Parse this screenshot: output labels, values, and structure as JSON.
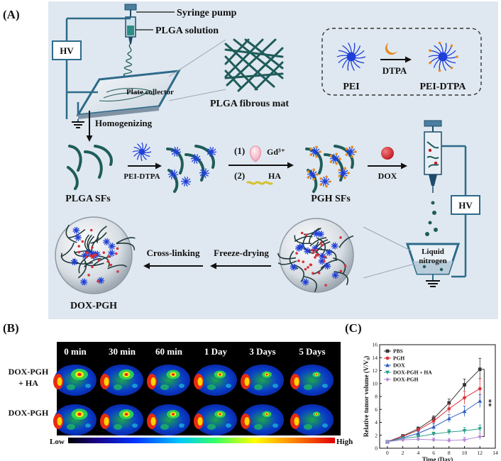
{
  "panelA": {
    "label": "(A)",
    "syringe_pump": "Syringe pump",
    "plga_solution": "PLGA solution",
    "hv": "HV",
    "plate_collector": "Plate collector",
    "plga_fibrous_mat": "PLGA fibrous mat",
    "pei": "PEI",
    "dtpa": "DTPA",
    "pei_dtpa": "PEI-DTPA",
    "homogenizing": "Homogenizing",
    "plga_sfs": "PLGA SFs",
    "pei_dtpa_arrow": "PEI-DTPA",
    "step1": "(1)",
    "step2": "(2)",
    "gd": "Gd³⁺",
    "ha": "HA",
    "pgh_sfs": "PGH SFs",
    "dox": "DOX",
    "hv2": "HV",
    "liquid": "Liquid",
    "nitrogen": "nitrogen",
    "freeze_drying": "Freeze-drying",
    "cross_linking": "Cross-linking",
    "dox_pgh": "DOX-PGH"
  },
  "panelB": {
    "label": "(B)",
    "timepoints": [
      "0 min",
      "30 min",
      "60 min",
      "1 Day",
      "3 Days",
      "5 Days"
    ],
    "rows": [
      "DOX-PGH\n+ HA",
      "DOX-PGH"
    ],
    "row1_line1": "DOX-PGH",
    "row1_line2": "+ HA",
    "row2": "DOX-PGH",
    "scale_low": "Low",
    "scale_high": "High"
  },
  "panelC": {
    "label": "(C)",
    "significance": "**"
  },
  "colors": {
    "panel_bg": "#dfe8f0",
    "fiber": "#1f5c5a",
    "pei_blue": "#1f3fd8",
    "dox_red": "#d8323a",
    "line": "#2d6a8a"
  },
  "chart_data": {
    "type": "line",
    "title": "",
    "xlabel": "Time (Day)",
    "ylabel": "Relative tumor volume (V/V₀)",
    "xlim": [
      -1,
      14
    ],
    "ylim": [
      0,
      16
    ],
    "xticks": [
      0,
      2,
      4,
      6,
      8,
      10,
      12,
      14
    ],
    "yticks": [
      0,
      2,
      4,
      6,
      8,
      10,
      12,
      14,
      16
    ],
    "legend_position": "top-left",
    "x": [
      0,
      2,
      4,
      6,
      8,
      10,
      12
    ],
    "series": [
      {
        "name": "PBS",
        "color": "#333333",
        "marker": "square",
        "values": [
          1.0,
          1.9,
          3.0,
          4.6,
          7.0,
          9.8,
          12.2
        ],
        "errors": [
          0.1,
          0.2,
          0.3,
          0.4,
          0.6,
          0.9,
          1.7
        ]
      },
      {
        "name": "PGH",
        "color": "#d9363e",
        "marker": "circle",
        "values": [
          1.0,
          1.8,
          2.8,
          4.2,
          6.1,
          7.8,
          9.2
        ],
        "errors": [
          0.1,
          0.2,
          0.3,
          0.5,
          0.7,
          1.0,
          1.6
        ]
      },
      {
        "name": "DOX",
        "color": "#2b5dbe",
        "marker": "triangle",
        "values": [
          1.0,
          1.6,
          2.3,
          3.3,
          4.6,
          5.7,
          7.3
        ],
        "errors": [
          0.1,
          0.2,
          0.3,
          0.5,
          0.6,
          0.8,
          1.0
        ]
      },
      {
        "name": "DOX-PGH + HA",
        "color": "#2aa08a",
        "marker": "triangle-down",
        "values": [
          1.0,
          1.5,
          1.8,
          2.2,
          2.5,
          2.7,
          3.0
        ],
        "errors": [
          0.1,
          0.2,
          0.3,
          0.3,
          0.4,
          0.5,
          0.6
        ]
      },
      {
        "name": "DOX-PGH",
        "color": "#b58ad6",
        "marker": "diamond",
        "values": [
          1.0,
          1.3,
          1.4,
          1.3,
          1.2,
          1.3,
          1.8
        ],
        "errors": [
          0.1,
          0.2,
          0.3,
          0.3,
          0.3,
          0.4,
          0.5
        ]
      }
    ]
  }
}
